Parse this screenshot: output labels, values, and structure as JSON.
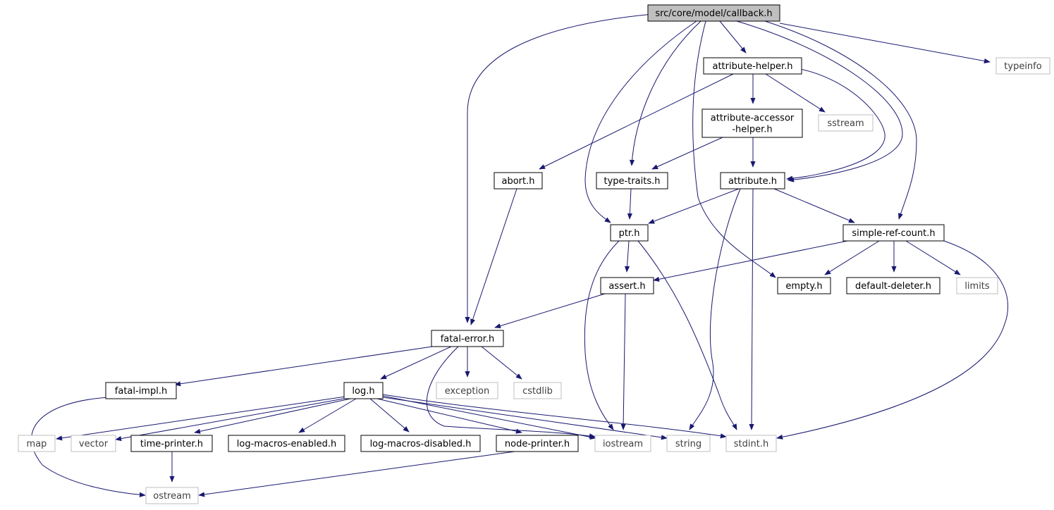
{
  "colors": {
    "edge": "#191970",
    "root_fill": "#bfbfbf",
    "internal_border": "#000000",
    "external_border": "#bfbfbf",
    "external_text": "#404040",
    "text": "#000000"
  },
  "graph": {
    "nodes": [
      {
        "id": "callback",
        "label": "src/core/model/callback.h",
        "kind": "root"
      },
      {
        "id": "attribute-helper",
        "label": "attribute-helper.h",
        "kind": "internal"
      },
      {
        "id": "typeinfo",
        "label": "typeinfo",
        "kind": "external"
      },
      {
        "id": "attribute-accessor-helper",
        "label": "attribute-accessor\n-helper.h",
        "kind": "internal"
      },
      {
        "id": "sstream",
        "label": "sstream",
        "kind": "external"
      },
      {
        "id": "abort",
        "label": "abort.h",
        "kind": "internal"
      },
      {
        "id": "type-traits",
        "label": "type-traits.h",
        "kind": "internal"
      },
      {
        "id": "attribute",
        "label": "attribute.h",
        "kind": "internal"
      },
      {
        "id": "ptr",
        "label": "ptr.h",
        "kind": "internal"
      },
      {
        "id": "simple-ref-count",
        "label": "simple-ref-count.h",
        "kind": "internal"
      },
      {
        "id": "assert",
        "label": "assert.h",
        "kind": "internal"
      },
      {
        "id": "empty",
        "label": "empty.h",
        "kind": "internal"
      },
      {
        "id": "default-deleter",
        "label": "default-deleter.h",
        "kind": "internal"
      },
      {
        "id": "limits",
        "label": "limits",
        "kind": "external"
      },
      {
        "id": "fatal-error",
        "label": "fatal-error.h",
        "kind": "internal"
      },
      {
        "id": "fatal-impl",
        "label": "fatal-impl.h",
        "kind": "internal"
      },
      {
        "id": "log",
        "label": "log.h",
        "kind": "internal"
      },
      {
        "id": "exception",
        "label": "exception",
        "kind": "external"
      },
      {
        "id": "cstdlib",
        "label": "cstdlib",
        "kind": "external"
      },
      {
        "id": "map",
        "label": "map",
        "kind": "external"
      },
      {
        "id": "vector",
        "label": "vector",
        "kind": "external"
      },
      {
        "id": "time-printer",
        "label": "time-printer.h",
        "kind": "internal"
      },
      {
        "id": "log-macros-enabled",
        "label": "log-macros-enabled.h",
        "kind": "internal"
      },
      {
        "id": "log-macros-disabled",
        "label": "log-macros-disabled.h",
        "kind": "internal"
      },
      {
        "id": "node-printer",
        "label": "node-printer.h",
        "kind": "internal"
      },
      {
        "id": "iostream",
        "label": "iostream",
        "kind": "external"
      },
      {
        "id": "string",
        "label": "string",
        "kind": "external"
      },
      {
        "id": "stdint",
        "label": "stdint.h",
        "kind": "external"
      },
      {
        "id": "ostream",
        "label": "ostream",
        "kind": "external"
      }
    ],
    "edges": [
      {
        "from": "callback",
        "to": "fatal-error"
      },
      {
        "from": "callback",
        "to": "ptr"
      },
      {
        "from": "callback",
        "to": "type-traits"
      },
      {
        "from": "callback",
        "to": "empty"
      },
      {
        "from": "callback",
        "to": "attribute-helper"
      },
      {
        "from": "callback",
        "to": "attribute"
      },
      {
        "from": "callback",
        "to": "simple-ref-count"
      },
      {
        "from": "callback",
        "to": "typeinfo"
      },
      {
        "from": "attribute-helper",
        "to": "abort"
      },
      {
        "from": "attribute-helper",
        "to": "attribute-accessor-helper"
      },
      {
        "from": "attribute-helper",
        "to": "sstream"
      },
      {
        "from": "attribute-helper",
        "to": "attribute"
      },
      {
        "from": "attribute-accessor-helper",
        "to": "type-traits"
      },
      {
        "from": "attribute-accessor-helper",
        "to": "attribute"
      },
      {
        "from": "abort",
        "to": "fatal-error"
      },
      {
        "from": "type-traits",
        "to": "ptr"
      },
      {
        "from": "attribute",
        "to": "ptr"
      },
      {
        "from": "attribute",
        "to": "simple-ref-count"
      },
      {
        "from": "attribute",
        "to": "string"
      },
      {
        "from": "attribute",
        "to": "stdint"
      },
      {
        "from": "ptr",
        "to": "assert"
      },
      {
        "from": "ptr",
        "to": "iostream"
      },
      {
        "from": "ptr",
        "to": "stdint"
      },
      {
        "from": "simple-ref-count",
        "to": "assert"
      },
      {
        "from": "simple-ref-count",
        "to": "empty"
      },
      {
        "from": "simple-ref-count",
        "to": "default-deleter"
      },
      {
        "from": "simple-ref-count",
        "to": "limits"
      },
      {
        "from": "simple-ref-count",
        "to": "stdint"
      },
      {
        "from": "assert",
        "to": "fatal-error"
      },
      {
        "from": "assert",
        "to": "iostream"
      },
      {
        "from": "fatal-error",
        "to": "fatal-impl"
      },
      {
        "from": "fatal-error",
        "to": "log"
      },
      {
        "from": "fatal-error",
        "to": "exception"
      },
      {
        "from": "fatal-error",
        "to": "cstdlib"
      },
      {
        "from": "fatal-error",
        "to": "iostream"
      },
      {
        "from": "fatal-impl",
        "to": "ostream"
      },
      {
        "from": "log",
        "to": "map"
      },
      {
        "from": "log",
        "to": "vector"
      },
      {
        "from": "log",
        "to": "time-printer"
      },
      {
        "from": "log",
        "to": "log-macros-enabled"
      },
      {
        "from": "log",
        "to": "log-macros-disabled"
      },
      {
        "from": "log",
        "to": "node-printer"
      },
      {
        "from": "log",
        "to": "iostream"
      },
      {
        "from": "log",
        "to": "string"
      },
      {
        "from": "log",
        "to": "stdint"
      },
      {
        "from": "time-printer",
        "to": "ostream"
      },
      {
        "from": "node-printer",
        "to": "ostream"
      }
    ]
  }
}
